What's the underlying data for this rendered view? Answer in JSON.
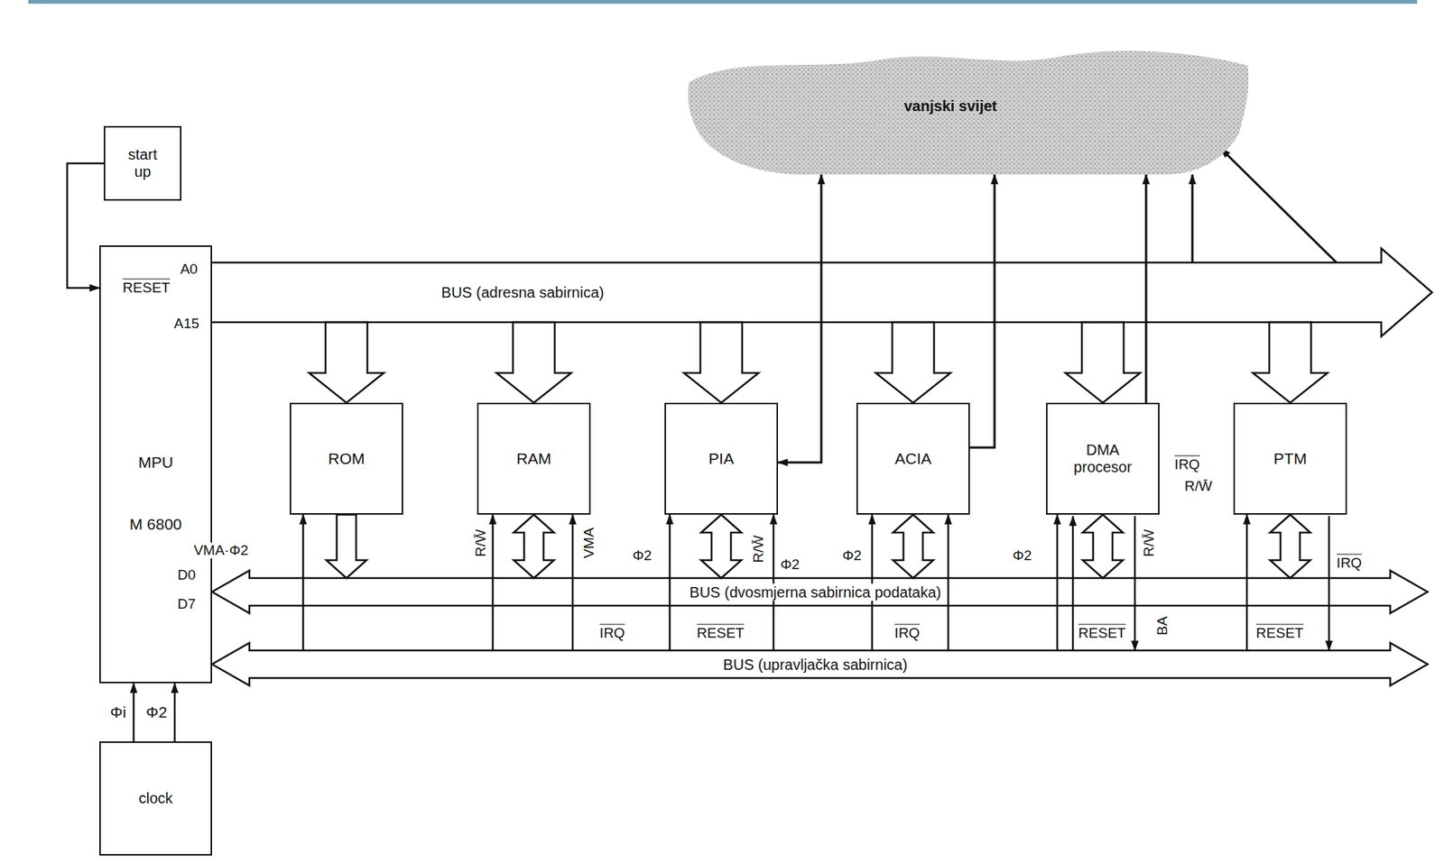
{
  "diagram": {
    "nodes": [
      {
        "text": [
          "start up"
        ]
      },
      {
        "text": [
          "MPU",
          "M 6800"
        ]
      },
      {
        "text": [
          "clock"
        ]
      },
      {
        "text": [
          "vanjski svijet"
        ]
      },
      {
        "text": [
          "BUS (adresna sabirnica)"
        ]
      },
      {
        "text": [
          "ROM"
        ]
      },
      {
        "text": [
          "RAM"
        ]
      },
      {
        "text": [
          "PIA"
        ]
      },
      {
        "text": [
          "ACIA"
        ]
      },
      {
        "text": [
          "DMA procesor"
        ]
      },
      {
        "text": [
          "PTM"
        ]
      },
      {
        "text": [
          "BUS (dvosmjerna sabirnica podataka)"
        ]
      },
      {
        "text": [
          "BUS (upravljačka sabirnica)"
        ]
      }
    ],
    "edges": [
      {
        "from": 0,
        "to": 1,
        "arrow": "to"
      },
      {
        "from": 2,
        "to": 1,
        "label": "Φi",
        "arrow": "to"
      },
      {
        "from": 2,
        "to": 1,
        "label": "Φ2",
        "arrow": "to"
      },
      {
        "from": 4,
        "to": 5,
        "arrow": "to"
      },
      {
        "from": 4,
        "to": 6,
        "arrow": "to"
      },
      {
        "from": 4,
        "to": 7,
        "arrow": "to"
      },
      {
        "from": 4,
        "to": 8,
        "arrow": "to"
      },
      {
        "from": 4,
        "to": 9,
        "arrow": "to"
      },
      {
        "from": 4,
        "to": 10,
        "arrow": "to"
      },
      {
        "from": 5,
        "to": 11,
        "arrow": "to"
      },
      {
        "from": 6,
        "to": 11,
        "arrow": "both"
      },
      {
        "from": 7,
        "to": 11,
        "arrow": "both"
      },
      {
        "from": 8,
        "to": 11,
        "arrow": "both"
      },
      {
        "from": 9,
        "to": 11,
        "arrow": "both"
      },
      {
        "from": 10,
        "to": 11,
        "arrow": "both"
      },
      {
        "from": 12,
        "to": 5,
        "arrow": "to"
      },
      {
        "from": 12,
        "to": 6,
        "arrow": "to"
      },
      {
        "from": 12,
        "to": 7,
        "arrow": "to"
      },
      {
        "from": 12,
        "to": 8,
        "arrow": "to"
      },
      {
        "from": 12,
        "to": 9,
        "arrow": "to"
      },
      {
        "from": 12,
        "to": 10,
        "arrow": "to"
      },
      {
        "from": 7,
        "to": 3,
        "arrow": "both"
      },
      {
        "from": 8,
        "to": 3,
        "arrow": "to"
      },
      {
        "from": 9,
        "to": 3,
        "arrow": "to"
      },
      {
        "from": 4,
        "to": 3,
        "arrow": "to"
      },
      {
        "from": 4,
        "to": 3,
        "arrow": "to"
      }
    ],
    "labels": [
      "A0",
      "A15",
      "RESET",
      "D0",
      "D7",
      "VMA·Φ2",
      "R/W̄",
      "VMA",
      "Φ2",
      "R/W̄",
      "Φ2",
      "Φ2",
      "Φ2",
      "R/W̄",
      "IRQ",
      "R/W̄",
      "IRQ",
      "IRQ",
      "RESET",
      "IRQ",
      "RESET",
      "BA",
      "RESET"
    ]
  }
}
